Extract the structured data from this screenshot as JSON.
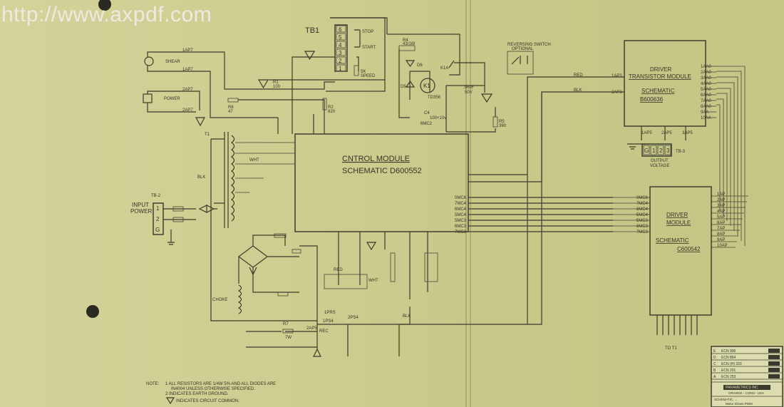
{
  "watermark": "http://www.axpdf.com",
  "control_module": {
    "title": "CNTROL MODULE",
    "schematic": "SCHEMATIC  D600552"
  },
  "driver_transistor_module": {
    "title1": "DRIVER",
    "title2": "TRANSISTOR MODULE",
    "schematic": "SCHEMATIC",
    "number": "B600636",
    "inputs": [
      "1AP3",
      "2AP3"
    ],
    "input_wires": [
      "RED",
      "BLK"
    ],
    "outputs": [
      "1AA0",
      "2AA0",
      "3AA0",
      "4AA0",
      "5AA0",
      "6AA0",
      "7AA0",
      "8AA0",
      "9AA",
      "10AA"
    ],
    "pins": [
      "1AP5",
      "2AP5",
      "3AP5"
    ]
  },
  "tb3": {
    "label": "TB-3",
    "terminals": [
      "G",
      "1",
      "2",
      "3"
    ],
    "caption1": "OUTPUT",
    "caption2": "VOLTAGE"
  },
  "driver_module": {
    "title1": "DRIVER",
    "title2": "MODULE",
    "schematic": "SCHEMATIC",
    "number": "C600542",
    "inputs": [
      "0MC6",
      "7MC4",
      "6MC4",
      "5MC4",
      "5MC3",
      "6MC3",
      "7MC3"
    ],
    "outputs": [
      "1AP",
      "2AP",
      "3AP",
      "4AP",
      "5AP",
      "6AP",
      "7AP",
      "8AP",
      "9AP",
      "10AP"
    ],
    "to_label": "TO T1"
  },
  "tb1": {
    "label": "TB1",
    "terminals": [
      "6",
      "5",
      "4",
      "3",
      "2",
      "1"
    ],
    "stop": "STOP",
    "start": "START",
    "speed1": "5K",
    "speed2": "SPEED"
  },
  "components": {
    "r4": "R4",
    "r4v": "43/1W",
    "d6": "D6",
    "d5": "D5",
    "k1": "K1",
    "k1v": "TD356",
    "c4": "C4",
    "c4v": "100+10v",
    "k1a": "K1A",
    "c3": ".56uF",
    "c3v": "50V",
    "r1": "R1",
    "r1v": "100",
    "r2": "R2",
    "r2v": "820",
    "r5": "R5",
    "r5v": "390",
    "r6": "R6",
    "r6v": "47",
    "t1": "T1",
    "blk": "BLK",
    "wht": "WHT",
    "red": "RED",
    "shear": "SHEAR",
    "power": "POWER",
    "lamp1": "1AP7",
    "lamp2": "1AP7",
    "lamp3": "2AP7",
    "lamp4": "2AP7",
    "reversing1": "REVERSING SWITCH",
    "reversing2": "OPTIONAL",
    "rp": "1PRS",
    "mc2": "6MC2",
    "rec": "REC",
    "choke": "CHOKE",
    "p2": "2AP5",
    "one_p": "1PS4",
    "two_p": "2PS4",
    "r7": "R7",
    "r7v": "7W"
  },
  "input_power": {
    "label1": "INPUT",
    "label2": "POWER",
    "tb": "TB-2",
    "terminals": [
      "1",
      "2",
      "G"
    ]
  },
  "notes": {
    "prefix": "NOTE:",
    "lines": [
      "1 ALL RESISTORS ARE 1/4W 5% AND ALL DIODES ARE",
      "IN4004 UNLESS OTHERWISE SPECIFIED.",
      "2 INDICATES EARTH GROUND.",
      "INDICATES CIRCUIT COMMON."
    ]
  },
  "title_block": {
    "revisions": [
      {
        "rev": "E",
        "desc": "ECN 906"
      },
      {
        "rev": "D",
        "desc": "ECN 864"
      },
      {
        "rev": "C",
        "desc": "ECN (H) 333"
      },
      {
        "rev": "B",
        "desc": "ECN 201"
      },
      {
        "rev": "A",
        "desc": "ECN 253"
      }
    ],
    "company": "PARAMETRICS INC.",
    "drawn": "ORANGE - CONN - USA",
    "title1": "SCHEMATIC, ...",
    "title2": "Motor Drives PWM"
  }
}
